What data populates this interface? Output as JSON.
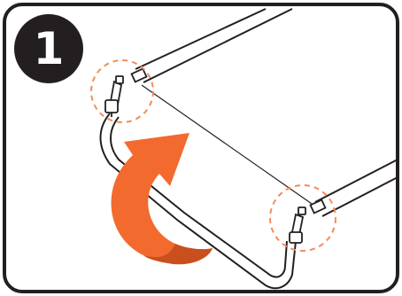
{
  "step": {
    "number": "1"
  },
  "colors": {
    "background": "#ffffff",
    "frame": "#231f20",
    "outline": "#231f20",
    "arrow_main": "#f26a2e",
    "arrow_shadow": "#c94f1f",
    "highlight_circle": "#f28c5c"
  },
  "icons": {
    "rotate_arrow": "curved-arrow-counterclockwise",
    "focus_marker": "dashed-circle"
  }
}
